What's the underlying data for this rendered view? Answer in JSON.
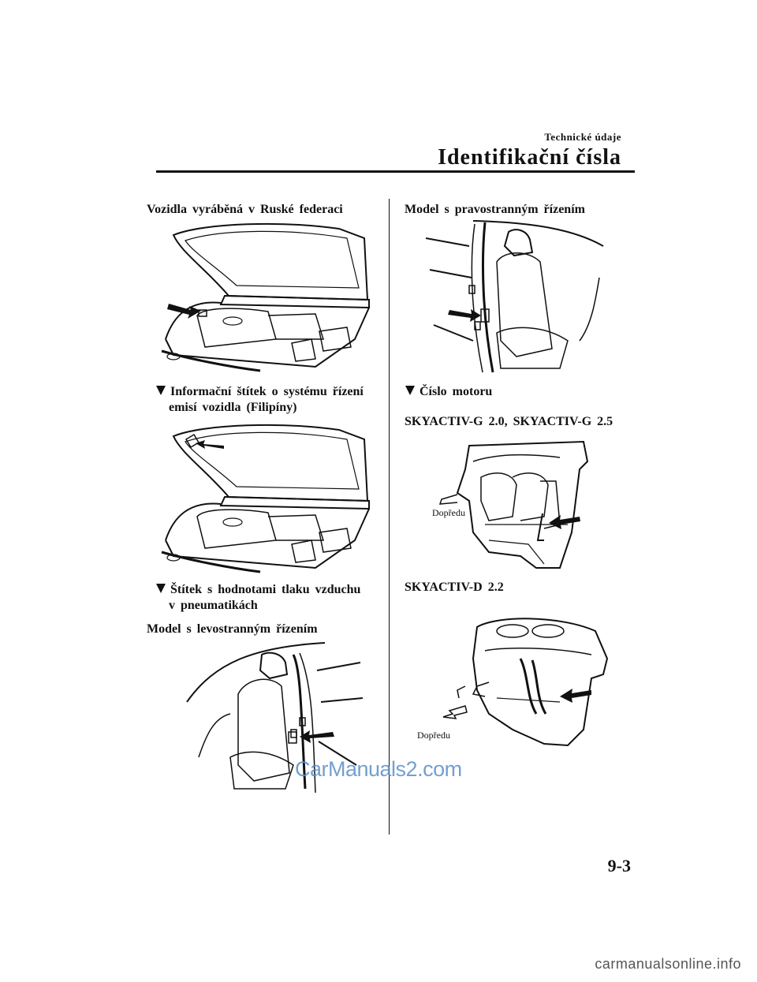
{
  "header": {
    "section_small": "Technické údaje",
    "section_title": "Identifikační čísla"
  },
  "left": {
    "heading_russia": "Vozidla vyráběná v Ruské federaci",
    "bullet_emission_line1": "Informační štítek o systému řízení",
    "bullet_emission_line2": "emisí vozidla (Filipíny)",
    "bullet_tire_line1": "Štítek s hodnotami tlaku vzduchu",
    "bullet_tire_line2": "v pneumatikách",
    "heading_lhd": "Model s levostranným řízením"
  },
  "right": {
    "heading_rhd": "Model s pravostranným řízením",
    "bullet_engine": "Číslo motoru",
    "heading_g": "SKYACTIV-G 2.0, SKYACTIV-G 2.5",
    "label_forward_g": "Dopředu",
    "heading_d": "SKYACTIV-D 2.2",
    "label_forward_d": "Dopředu"
  },
  "footer": {
    "page_number": "9-3",
    "watermark_brand": "CarManuals2.com",
    "watermark_site": "carmanualsonline.info"
  }
}
